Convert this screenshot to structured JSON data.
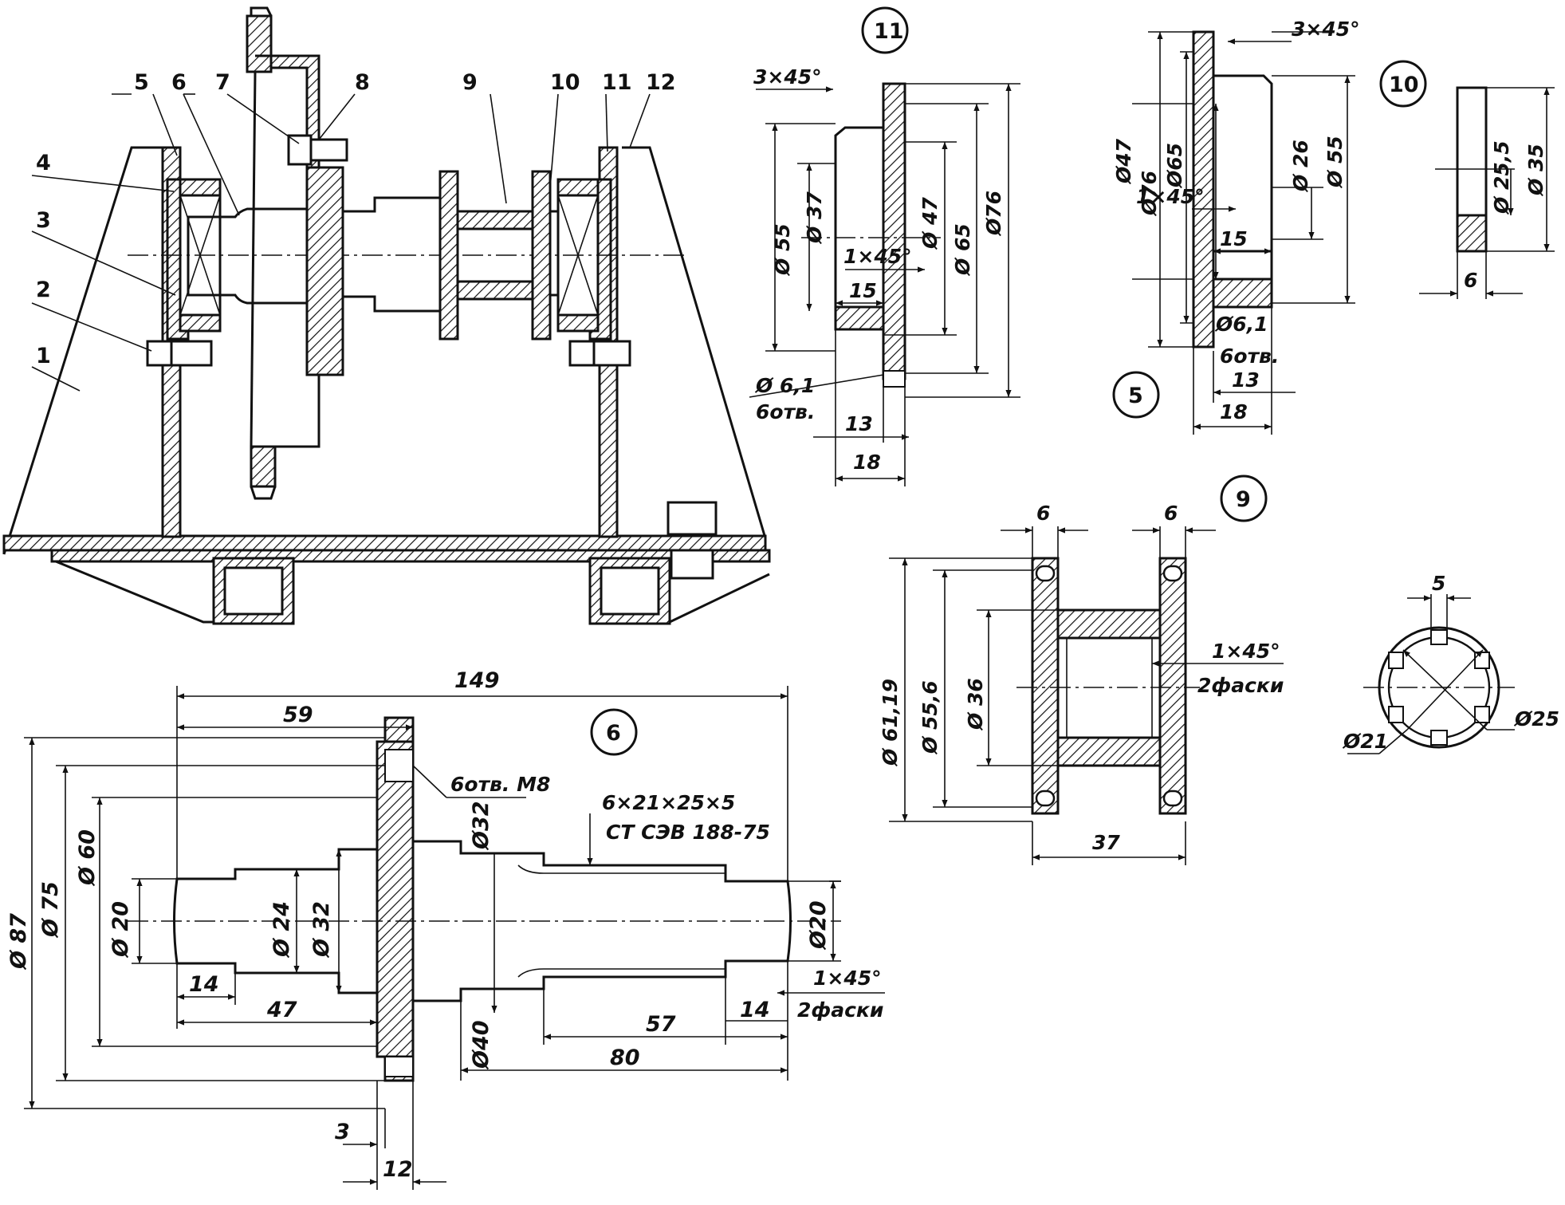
{
  "assembly_labels": [
    "1",
    "2",
    "3",
    "4",
    "5",
    "6",
    "7",
    "8",
    "9",
    "10",
    "11",
    "12"
  ],
  "detail_circles": {
    "d11": "11",
    "d10": "10",
    "d5": "5",
    "d9": "9",
    "d6": "6"
  },
  "dims": {
    "d149": "149",
    "d59": "59",
    "d87": "Ø 87",
    "d75": "Ø 75",
    "d60": "Ø 60",
    "d20a": "Ø 20",
    "d24": "Ø 24",
    "d32a": "Ø 32",
    "d32b": "Ø32",
    "d40": "Ø40",
    "d20b": "Ø20",
    "holes_m8": "6отв. М8",
    "spline": "6×21×25×5",
    "standard": "СТ СЭВ 188-75",
    "d14a": "14",
    "d47": "47",
    "d57": "57",
    "d14b": "14",
    "d80": "80",
    "d3": "3",
    "d12": "12",
    "chamf6": "1×45°",
    "faces6": "2фаски",
    "d11_3x45": "3×45°",
    "d11_55": "Ø 55",
    "d11_37": "Ø 37",
    "d11_1x45": "1×45°",
    "d11_47": "Ø 47",
    "d11_65": "Ø 65",
    "d11_76": "Ø76",
    "d11_15": "15",
    "d11_61": "Ø 6,1",
    "d11_holes": "6отв.",
    "d11_13": "13",
    "d11_18": "18",
    "d5_3x45": "3×45°",
    "d5_76": "Ø76",
    "d5_65": "Ø65",
    "d5_47": "Ø47",
    "d5_1x45": "1×45°",
    "d5_26": "Ø 26",
    "d5_55": "Ø 55",
    "d5_15": "15",
    "d5_61": "Ø6,1",
    "d5_holes": "6отв.",
    "d5_13": "13",
    "d5_18": "18",
    "d10_255": "Ø 25,5",
    "d10_35": "Ø 35",
    "d10_6": "6",
    "d9_6a": "6",
    "d9_6b": "6",
    "d9_6119": "Ø 61,19",
    "d9_556": "Ø 55,6",
    "d9_36": "Ø 36",
    "d9_1x45": "1×45°",
    "d9_faces": "2фаски",
    "d9_37": "37",
    "sp_5": "5",
    "sp_21": "Ø21",
    "sp_25": "Ø25"
  }
}
